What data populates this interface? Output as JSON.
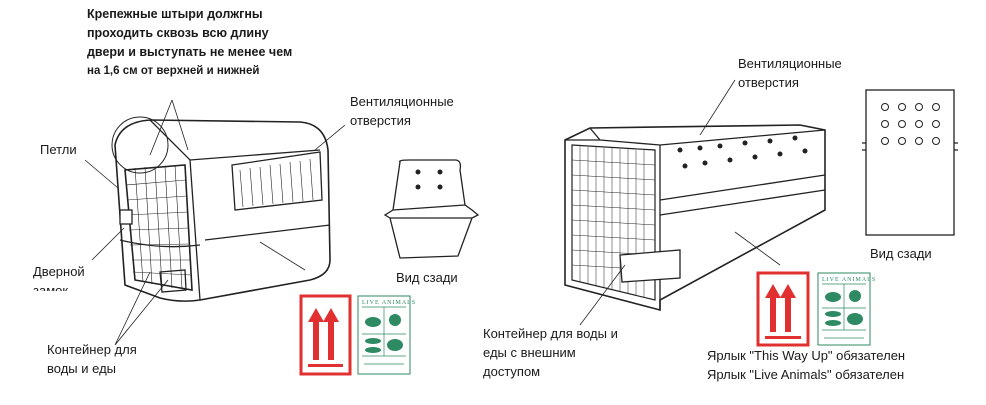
{
  "left_diagram": {
    "pins_note": [
      "Крепежные штыри должгны",
      "проходить сквозь всю длину",
      "двери и выступать не менее чем",
      "на 1,6 см от верхней и нижней"
    ],
    "hinges": "Петли",
    "door_lock": [
      "Дверной",
      "замок"
    ],
    "water_food": [
      "Контейнер для",
      "воды и еды"
    ],
    "ventilation": [
      "Вентиляционные",
      "отверстия"
    ],
    "rear_view": "Вид сзади",
    "live_animals_label": "LIVE ANIMALS"
  },
  "right_diagram": {
    "ventilation": [
      "Вентиляционные",
      "отверстия"
    ],
    "rear_view": "Вид сзади",
    "water_food": [
      "Контейнер для воды и",
      "еды с внешним",
      "доступом"
    ],
    "this_way_up_note": "Ярлык \"This Way Up\" обязателен",
    "live_animals_note": "Ярлык \"Live Animals\" обязателен",
    "live_animals_label": "LIVE ANIMALS"
  },
  "colors": {
    "label_red": "#e03030",
    "label_green": "#2e8a63",
    "ink": "#1a1a1a"
  }
}
